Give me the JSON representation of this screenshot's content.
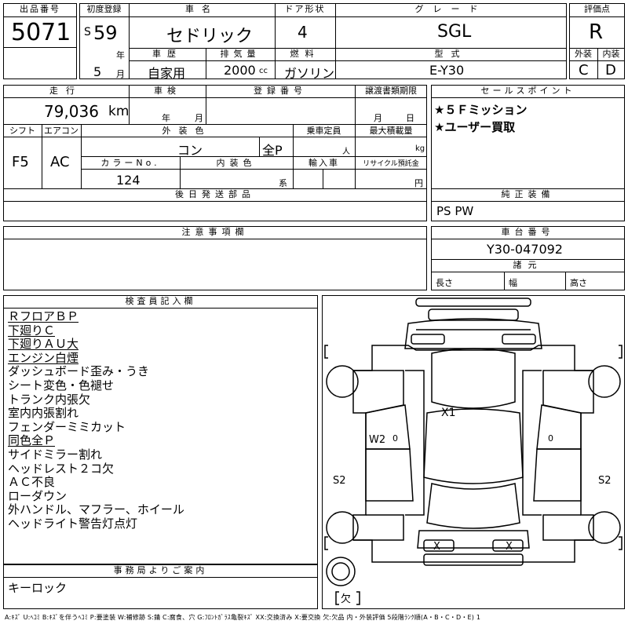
{
  "header": {
    "lot_label": "出品番号",
    "lot_no": "5071",
    "first_reg_label": "初度登録",
    "era_letter": "S",
    "year_num": "59",
    "year_unit": "年",
    "month_num": "5",
    "month_unit": "月",
    "car_name_label": "車名",
    "car_name": "セドリック",
    "door_label": "ドア形状",
    "door": "4",
    "grade_label": "グレード",
    "grade": "SGL",
    "score_label": "評価点",
    "score": "R",
    "history_label": "車歴",
    "history": "自家用",
    "displacement_label": "排気量",
    "displacement": "2000",
    "displacement_unit": "cc",
    "fuel_label": "燃料",
    "fuel": "ガソリン",
    "model_label": "型式",
    "model": "E-Y30",
    "ext_label": "外装",
    "ext_grade": "C",
    "int_label": "内装",
    "int_grade": "D"
  },
  "row2": {
    "mileage_label": "走行",
    "mileage": "79,036",
    "mileage_unit": "km",
    "inspection_label": "車検",
    "insp_year": "年",
    "insp_month": "月",
    "reg_label": "登録番号",
    "transfer_label": "譲渡書類期限",
    "tr_month": "月",
    "tr_day": "日",
    "shift_label": "シフト",
    "shift": "F5",
    "ac_label": "エアコン",
    "ac": "AC",
    "exterior_color_label": "外装色",
    "exterior_color": "コン",
    "same_color": "全P",
    "capacity_label": "乗車定員",
    "capacity_unit": "人",
    "max_load_label": "最大積載量",
    "max_load_unit": "kg",
    "color_no_label": "カラーNo.",
    "color_no": "124",
    "interior_color_label": "内装色",
    "interior_color_unit": "系",
    "import_label": "輸入車",
    "recycle_label": "リサイクル預託金",
    "recycle_unit": "円",
    "later_parts_label": "後日発送部品",
    "sales_point_label": "セールスポイント",
    "sales_points": [
      "★５Ｆミッション",
      "★ユーザー買取"
    ],
    "equipment_label": "純正装備",
    "equipment": "PS PW"
  },
  "notes": {
    "label": "注意事項欄",
    "chassis_label": "車台番号",
    "chassis": "Y30-047092",
    "specs_label": "諸元",
    "length_label": "長さ",
    "width_label": "幅",
    "height_label": "高さ"
  },
  "inspector": {
    "label": "検査員記入欄",
    "lines": [
      {
        "text": "ＲフロアＢＰ",
        "u": true
      },
      {
        "text": "下廻りＣ",
        "u": true
      },
      {
        "text": "下廻りＡＵ大",
        "u": true
      },
      {
        "text": "エンジン白煙",
        "u": true
      },
      {
        "text": "ダッシュボード歪み・うき",
        "u": false
      },
      {
        "text": "シート変色・色褪せ",
        "u": false
      },
      {
        "text": "トランク内張欠",
        "u": false
      },
      {
        "text": "室内内張割れ",
        "u": false
      },
      {
        "text": "フェンダーミミカット",
        "u": false
      },
      {
        "text": "同色全Ｐ",
        "u": true
      },
      {
        "text": "サイドミラー割れ",
        "u": false
      },
      {
        "text": "ヘッドレスト２コ欠",
        "u": false
      },
      {
        "text": "ＡＣ不良",
        "u": false
      },
      {
        "text": "ローダウン",
        "u": false
      },
      {
        "text": "外ハンドル、マフラー、ホイール",
        "u": false
      },
      {
        "text": "ヘッドライト警告灯点灯",
        "u": false
      }
    ]
  },
  "office": {
    "label": "事務局よりご案内",
    "text": "キーロック"
  },
  "diagram": {
    "marks": {
      "roof": "X1",
      "left_door": "W2",
      "left_zero": "0",
      "right_zero": "0",
      "left_side": "S2",
      "right_side": "S2",
      "rear_x_left": "X",
      "rear_x_right": "X",
      "missing": "欠"
    }
  },
  "legend": "A:ｷｽﾞ U:ﾍｺﾐ B:ｷｽﾞを伴うﾍｺﾐ P:要塗装 W:補修跡 S:錆 C:腐食、穴 G:ﾌﾛﾝﾄｶﾞﾗｽ亀裂ｷｽﾞ XX:交換済み X:要交換 欠:欠品 内・外装評価 5段階ﾗﾝｸ順(A・B・C・D・E) 1"
}
